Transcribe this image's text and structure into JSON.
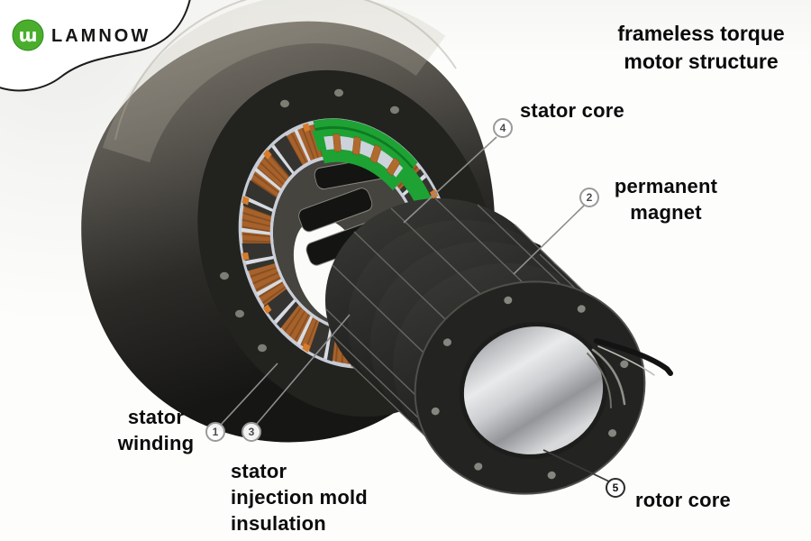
{
  "logo": {
    "brand": "LAMNOW",
    "monogram": "ɯ"
  },
  "title": "frameless torque\nmotor structure",
  "labels": {
    "stator_core": {
      "num": "4",
      "text": "stator core"
    },
    "permanent_magnet": {
      "num": "2",
      "text": "permanent\nmagnet"
    },
    "stator_winding": {
      "num": "1",
      "text": "stator\nwinding"
    },
    "stator_insulation": {
      "num": "3",
      "text": "stator\ninjection mold\ninsulation"
    },
    "rotor_core": {
      "num": "5",
      "text": "rotor core"
    }
  },
  "colors": {
    "logo_green": "#4aae2c",
    "insulation_green": "#1da233",
    "copper": "#a7622c",
    "silver": "#c9ced8",
    "housing_dark": "#22221f"
  }
}
